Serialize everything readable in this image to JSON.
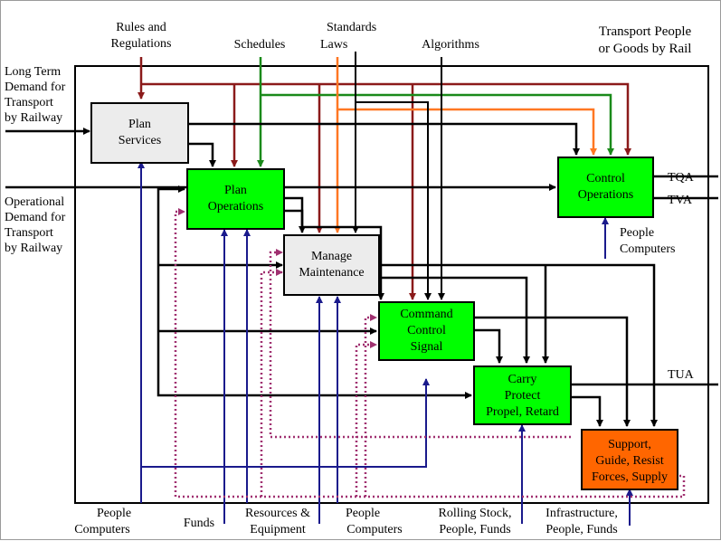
{
  "title": [
    "Transport People",
    "or Goods by Rail"
  ],
  "inputs_top": {
    "rules": [
      "Rules and",
      "Regulations"
    ],
    "schedules": "Schedules",
    "standards": [
      "Standards",
      "Laws"
    ],
    "algorithms": "Algorithms"
  },
  "inputs_left": {
    "long_term": [
      "Long Term",
      "Demand for",
      "Transport",
      "by Railway"
    ],
    "operational": [
      "Operational",
      "Demand for",
      "Transport",
      "by Railway"
    ]
  },
  "boxes": {
    "plan_services": [
      "Plan",
      "Services"
    ],
    "plan_operations": [
      "Plan",
      "Operations"
    ],
    "manage_maintenance": [
      "Manage",
      "Maintenance"
    ],
    "control_operations": [
      "Control",
      "Operations"
    ],
    "command_control_signal": [
      "Command",
      "Control",
      "Signal"
    ],
    "carry_protect": [
      "Carry",
      "Protect",
      "Propel, Retard"
    ],
    "support_guide": [
      "Support,",
      "Guide, Resist",
      "Forces, Supply"
    ]
  },
  "outputs": {
    "tqa": "TQA",
    "tva": "TVA",
    "tua": "TUA"
  },
  "mechanisms": {
    "people_computers_left": [
      "People",
      "Computers"
    ],
    "funds": "Funds",
    "resources": [
      "Resources &",
      "Equipment"
    ],
    "people_computers_mid": [
      "People",
      "Computers"
    ],
    "rolling_stock": [
      "Rolling Stock,",
      "People, Funds"
    ],
    "infrastructure": [
      "Infrastructure,",
      "People, Funds"
    ],
    "people_computers_right": [
      "People",
      "Computers"
    ]
  },
  "colors": {
    "green_box": "#00ff00",
    "gray_box": "#ececec",
    "orange_box": "#ff6600",
    "control_brown": "#8b1a1a",
    "schedules_green": "#1a8a1a",
    "standards_orange": "#ff7722",
    "mechanism_blue": "#1a1a8c",
    "feedback_purple": "#a03070"
  }
}
